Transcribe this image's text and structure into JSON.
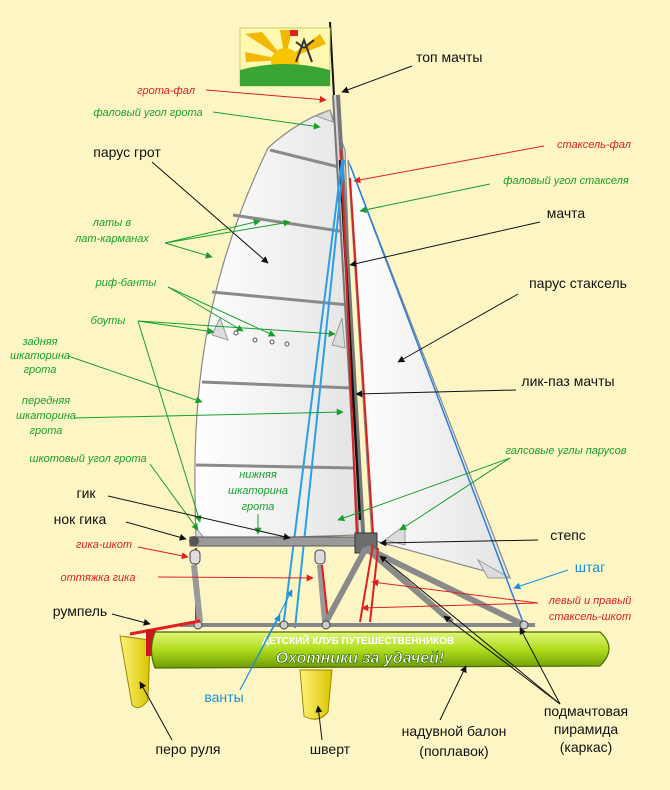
{
  "labels": {
    "mast_top": "топ мачты",
    "main_halyard": "грота-фал",
    "main_head": "фаловый угол грота",
    "mainsail": "парус грот",
    "jib_halyard": "стаксель-фал",
    "jib_head": "фаловый угол стакселя",
    "battens": [
      "латы в",
      "лат-карманах"
    ],
    "mast": "мачта",
    "reef_points": "риф-банты",
    "jib": "парус стаксель",
    "bolts": "боуты",
    "leech": [
      "задняя",
      "шкаторина",
      "грота"
    ],
    "luff_groove": "лик-паз мачты",
    "luff": [
      "передняя",
      "шкаторина",
      "грота"
    ],
    "tack": "галсовые углы парусов",
    "clew": "шкотовый угол грота",
    "foot": [
      "нижняя",
      "шкаторина",
      "грота"
    ],
    "boom": "гик",
    "boom_end": "нок гика",
    "step": "степс",
    "mainsheet": "гика-шкот",
    "vang": "оттяжка гика",
    "forestay": "штаг",
    "jib_sheets": [
      "левый и правый",
      "стаксель-шкот"
    ],
    "tiller": "румпель",
    "shrouds": "ванты",
    "rudder": "перо руля",
    "centerboard": "шверт",
    "float": [
      "надувной балон",
      "(поплавок)"
    ],
    "pyramid": [
      "подмачтовая",
      "пирамида",
      "(каркас)"
    ]
  },
  "banner": {
    "line1": "ДЕТСКИЙ КЛУБ ПУТЕШЕСТВЕННИКОВ",
    "line2": "Охотники за удачей!"
  },
  "colors": {
    "background": "#fdf6c4",
    "label_green": "#16a02a",
    "label_red": "#e02020",
    "label_blue": "#1a8fe0",
    "float_fill": "#b5e21c",
    "sail_fill": "#ffffff",
    "rudder_fill": "#f2e020"
  }
}
